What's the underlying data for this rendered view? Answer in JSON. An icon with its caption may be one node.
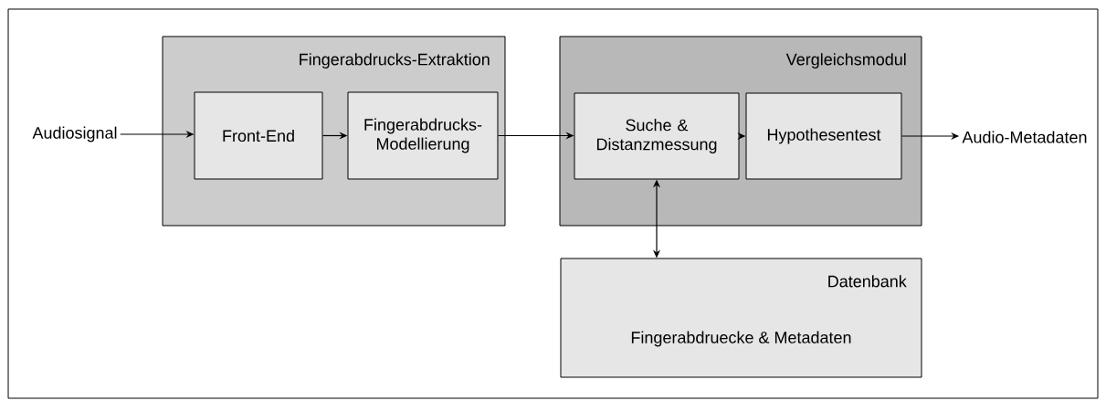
{
  "diagram": {
    "nodes": [
      {
        "text": [
          "Audiosignal"
        ]
      },
      {
        "text": [
          "Fingerabdrucks-Extraktion"
        ]
      },
      {
        "text": [
          "Front-End"
        ],
        "in": 1
      },
      {
        "text": [
          "Fingerabdrucks- Modellierung"
        ],
        "in": 1
      },
      {
        "text": [
          "Vergleichsmodul"
        ]
      },
      {
        "text": [
          "Suche & Distanzmessung"
        ],
        "in": 4
      },
      {
        "text": [
          "Hypothesentest"
        ],
        "in": 4
      },
      {
        "text": [
          "Audio-Metadaten"
        ]
      },
      {
        "text": [
          "Datenbank",
          "Fingerabdruecke & Metadaten"
        ]
      }
    ],
    "edges": [
      {
        "from": 0,
        "to": 2,
        "arrow": "to"
      },
      {
        "from": 2,
        "to": 3,
        "arrow": "to"
      },
      {
        "from": 3,
        "to": 5,
        "arrow": "to"
      },
      {
        "from": 5,
        "to": 6,
        "arrow": "to"
      },
      {
        "from": 6,
        "to": 7,
        "arrow": "to"
      },
      {
        "from": 5,
        "to": 8,
        "arrow": "both"
      }
    ]
  }
}
